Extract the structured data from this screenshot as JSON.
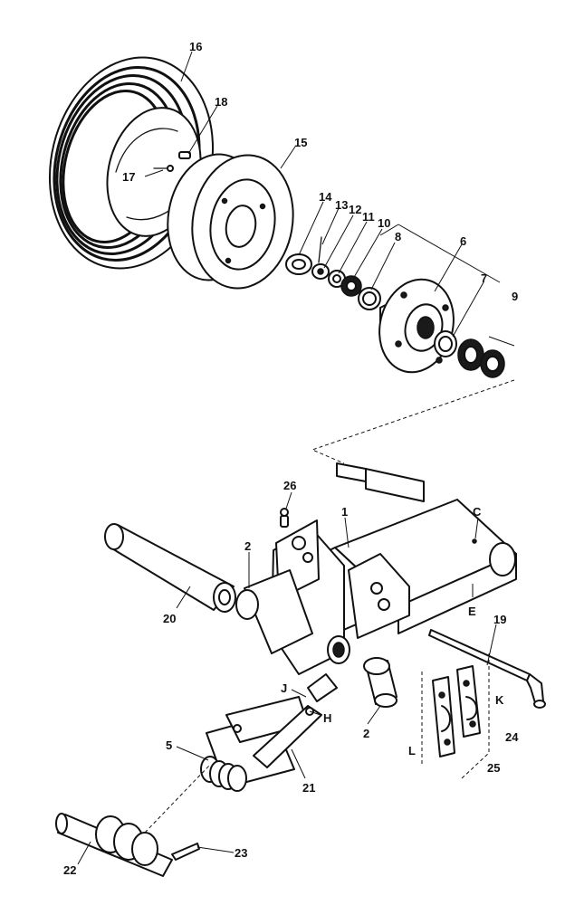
{
  "callouts": {
    "c1": "1",
    "c2a": "2",
    "c2b": "2",
    "c5": "5",
    "c6": "6",
    "c7": "7",
    "c8": "8",
    "c9": "9",
    "c10": "10",
    "c11": "11",
    "c12": "12",
    "c13": "13",
    "c14": "14",
    "c15": "15",
    "c16": "16",
    "c17": "17",
    "c18": "18",
    "c19": "19",
    "c20": "20",
    "c21": "21",
    "c22": "22",
    "c23": "23",
    "c24": "24",
    "c25": "25",
    "c26": "26",
    "cC": "C",
    "cE": "E",
    "cH": "H",
    "cJ": "J",
    "cK": "K",
    "cL": "L"
  }
}
